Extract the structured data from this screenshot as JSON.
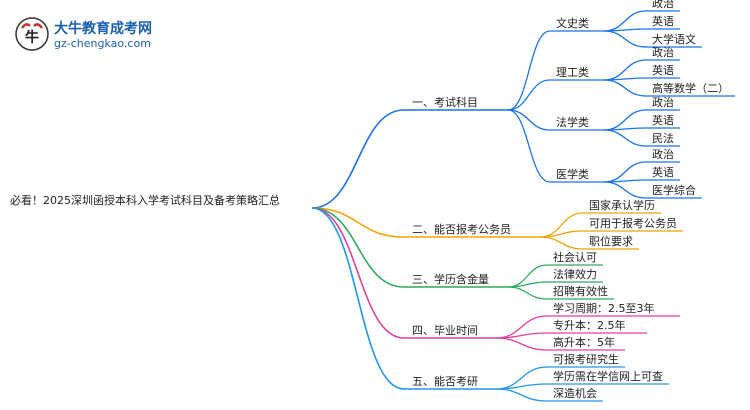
{
  "logo": {
    "title": "大牛教育成考网",
    "url": "gz-chengkao.com"
  },
  "root": "必看！2025深圳函授本科入学考试科目及备考策略汇总",
  "colors": {
    "blue": "#1a73e8",
    "orange": "#f0a500",
    "green": "#2eaa5f",
    "purple": "#8e44d0",
    "magenta": "#e040a0",
    "blue2": "#2196f3"
  },
  "branches": [
    {
      "label": "一、考试科目",
      "color": "blue",
      "children": [
        {
          "label": "文史类",
          "children": [
            "政治",
            "英语",
            "大学语文"
          ]
        },
        {
          "label": "理工类",
          "children": [
            "政治",
            "英语",
            "高等数学（二）"
          ]
        },
        {
          "label": "法学类",
          "children": [
            "政治",
            "英语",
            "民法"
          ]
        },
        {
          "label": "医学类",
          "children": [
            "政治",
            "英语",
            "医学综合"
          ]
        }
      ]
    },
    {
      "label": "二、能否报考公务员",
      "color": "orange",
      "children": [
        "国家承认学历",
        "可用于报考公务员",
        "职位要求"
      ]
    },
    {
      "label": "三、学历含金量",
      "color": "green",
      "children": [
        "社会认可",
        "法律效力",
        "招聘有效性"
      ]
    },
    {
      "label": "四、毕业时间",
      "color": "magenta",
      "children": [
        "学习周期：2.5至3年",
        "专升本：2.5年",
        "高升本：5年"
      ]
    },
    {
      "label": "五、能否考研",
      "color": "blue2",
      "children": [
        "可报考研究生",
        "学历需在学信网上可查",
        "深造机会"
      ]
    }
  ]
}
